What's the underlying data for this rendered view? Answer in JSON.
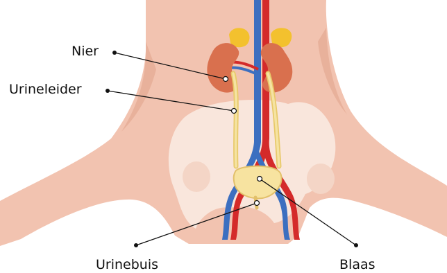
{
  "labels": {
    "nier": "Nier",
    "urineleider": "Urineleider",
    "urinebuis": "Urinebuis",
    "blaas": "Blaas"
  },
  "colors": {
    "skin": "#f2c3b0",
    "skin_shadow": "#e2a790",
    "bone": "#f9e6dc",
    "kidney": "#d9704e",
    "adrenal": "#f3c12e",
    "ureter": "#f2dc8a",
    "bladder": "#f7e3a0",
    "artery": "#d42a2a",
    "vein": "#3c6fc0",
    "leader": "#111111"
  }
}
